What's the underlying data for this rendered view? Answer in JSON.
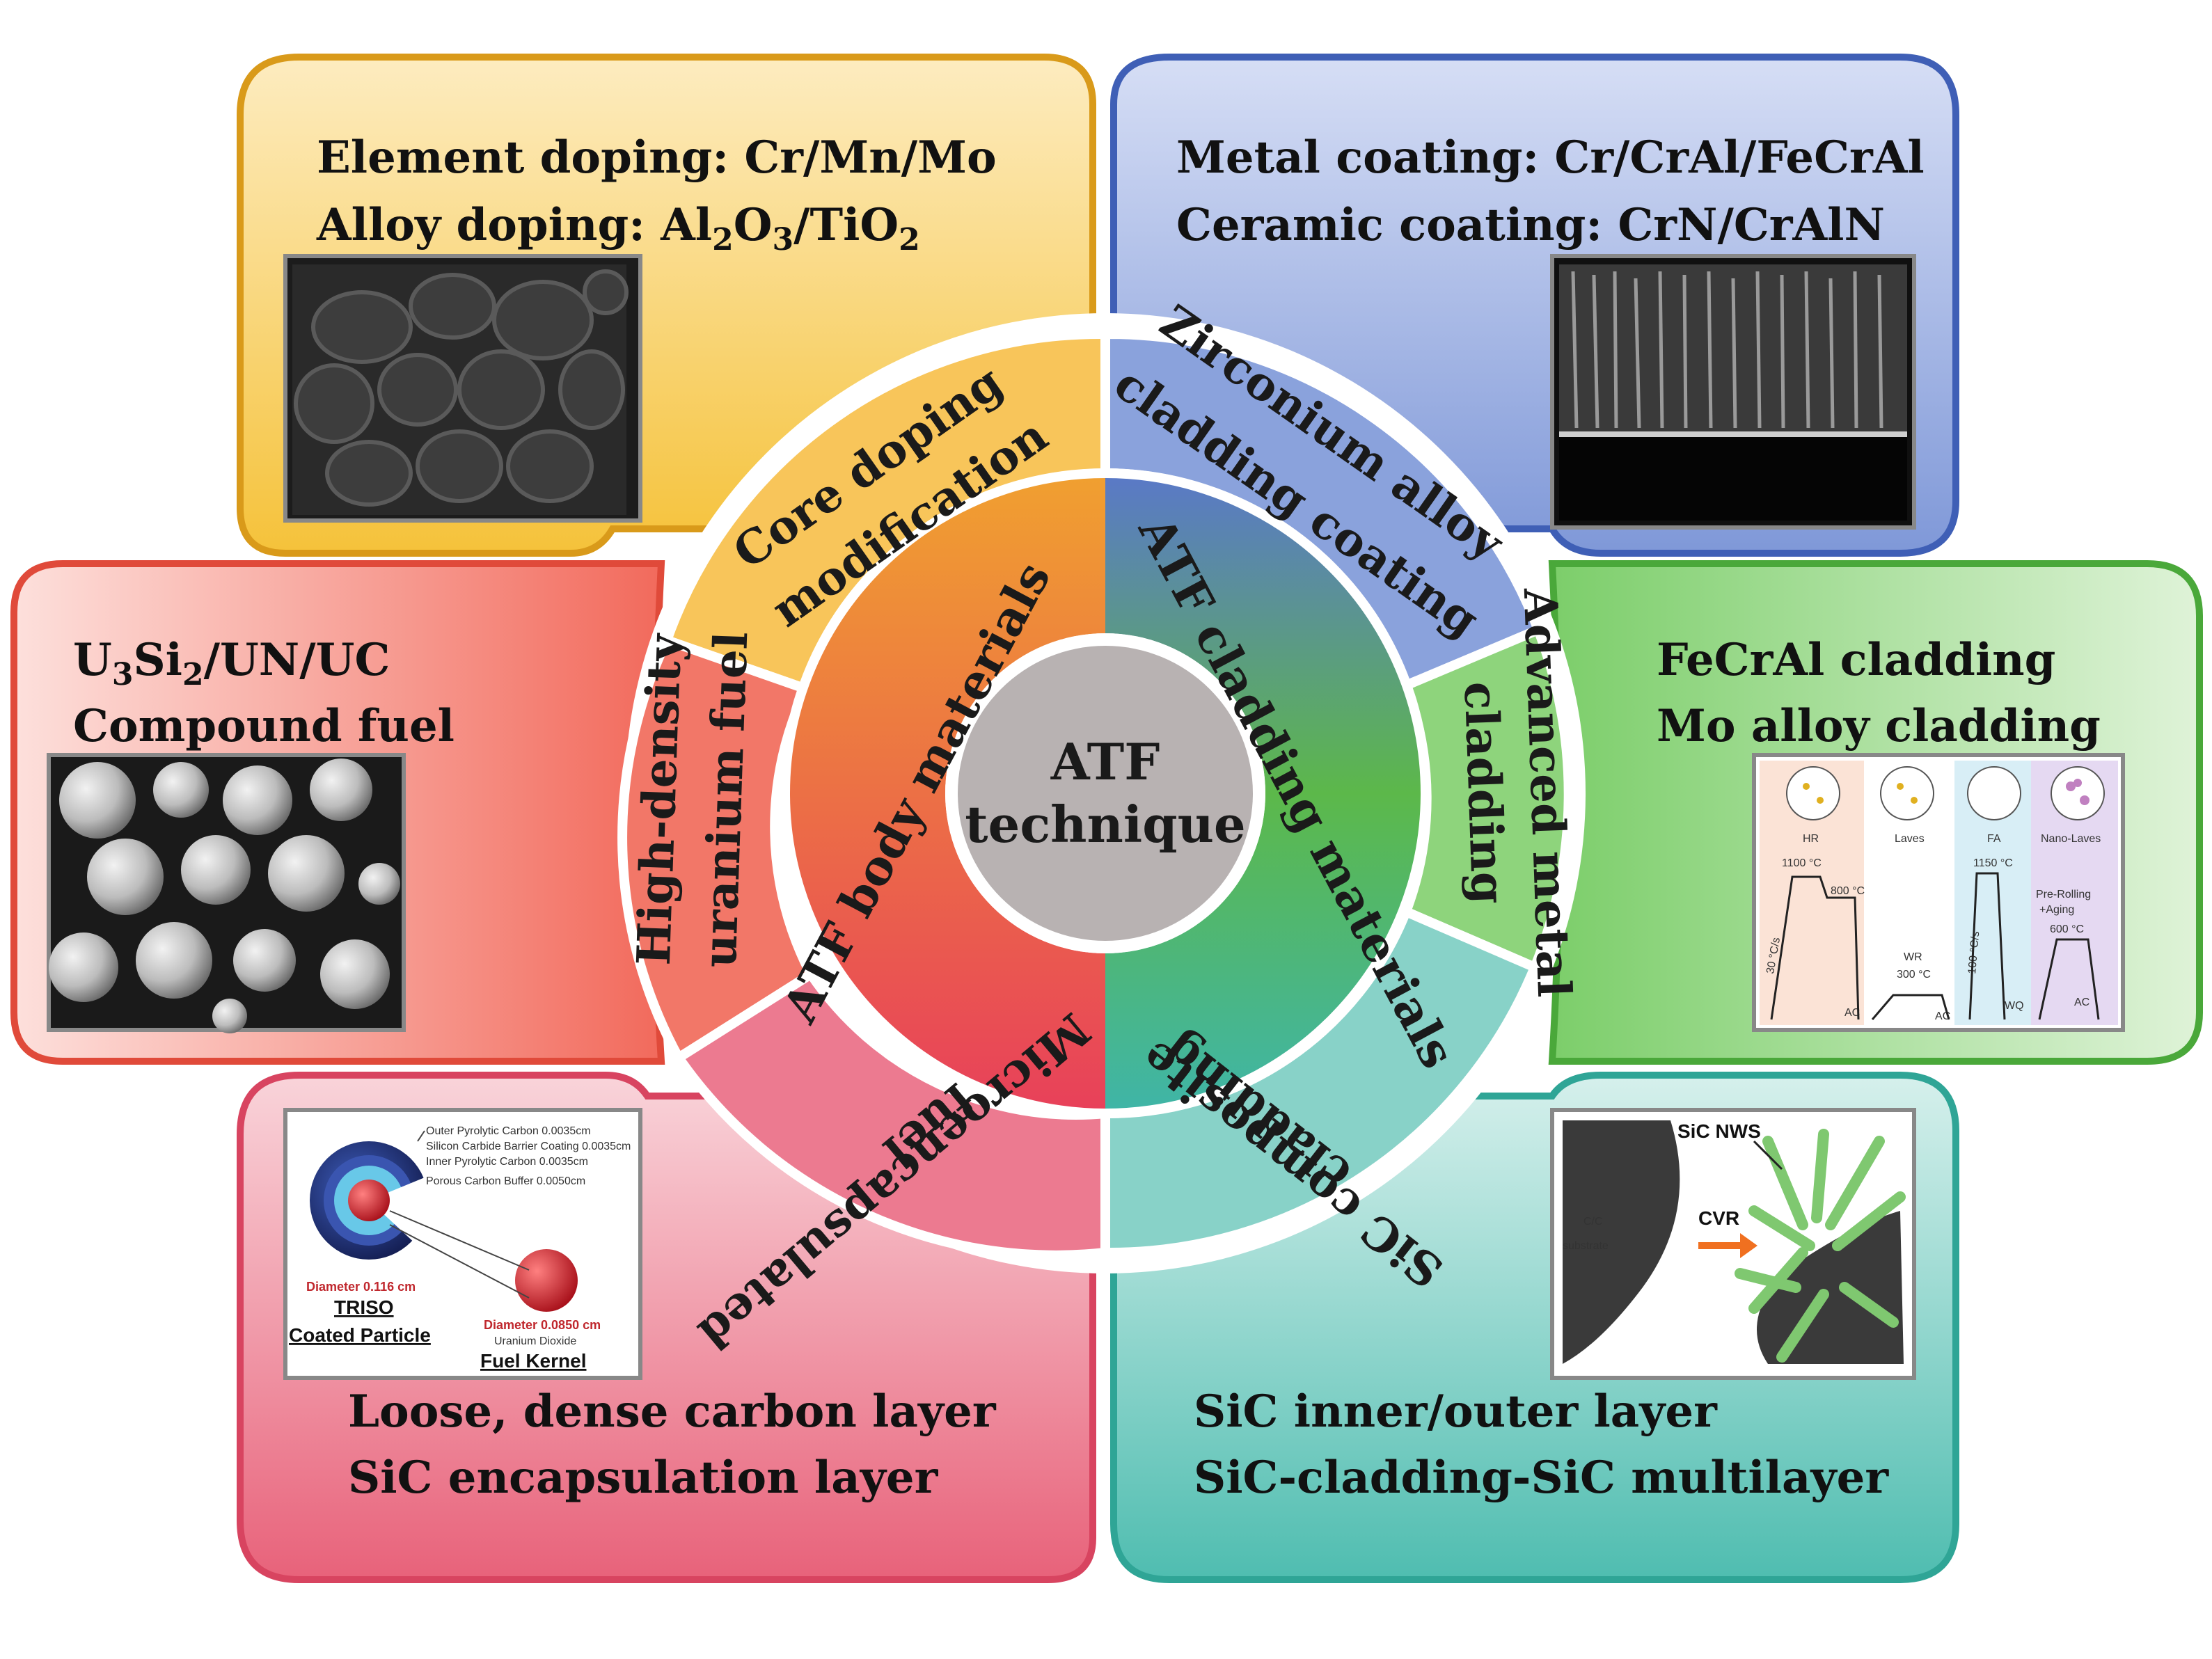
{
  "center": {
    "line1": "ATF",
    "line2": "technique"
  },
  "inner_ring": {
    "left": "ATF body materials",
    "right": "ATF cladding materials"
  },
  "middle_ring": {
    "core_doping": {
      "line1": "Core doping",
      "line2": "modification"
    },
    "zirconium": {
      "line1": "Zirconium alloy",
      "line2": "cladding coating"
    },
    "advanced_metal": {
      "line1": "Advanced metal",
      "line2": "cladding"
    },
    "sic_composite": {
      "line1": "SiC composite",
      "line2": "cladding"
    },
    "microencapsulated": {
      "line1": "Microencapsulated",
      "line2": "fuel"
    },
    "high_density": {
      "line1": "High-density",
      "line2": "uranium fuel"
    }
  },
  "boxes": {
    "top_left": {
      "line1": "Element doping: Cr/Mn/Mo",
      "line2_prefix": "Alloy doping: Al",
      "line2_sub1": "2",
      "line2_mid1": "O",
      "line2_sub2": "3",
      "line2_mid2": "/TiO",
      "line2_sub3": "2"
    },
    "top_right": {
      "line1": "Metal coating: Cr/CrAl/FeCrAl",
      "line2": "Ceramic coating: CrN/CrAlN"
    },
    "left": {
      "line1_a": "U",
      "line1_sub1": "3",
      "line1_b": "Si",
      "line1_sub2": "2",
      "line1_c": "/UN/UC",
      "line2": "Compound fuel"
    },
    "right": {
      "line1": "FeCrAl cladding",
      "line2": "Mo alloy cladding"
    },
    "bottom_left": {
      "line1": "Loose, dense carbon layer",
      "line2": "SiC encapsulation layer"
    },
    "bottom_right": {
      "line1": "SiC inner/outer layer",
      "line2": "SiC-cladding-SiC multilayer"
    }
  },
  "triso_image": {
    "layer1": "Outer Pyrolytic Carbon  0.0035cm",
    "layer2": "Silicon Carbide Barrier Coating  0.0035cm",
    "layer3": "Inner Pyrolytic Carbon  0.0035cm",
    "layer4": "Porous Carbon Buffer  0.0050cm",
    "diameter_particle": "Diameter 0.116 cm",
    "triso": "TRISO",
    "coated_particle": "Coated Particle",
    "diameter_kernel": "Diameter 0.0850 cm",
    "uranium_dioxide": "Uranium Dioxide",
    "fuel_kernel": "Fuel Kernel"
  },
  "sic_image": {
    "nws": "SiC NWS",
    "substrate1": "C/C",
    "substrate2": "substrate",
    "cvr": "CVR"
  },
  "process_image": {
    "hr": "HR",
    "laves": "Laves",
    "fa": "FA",
    "nano_laves": "Nano-Laves",
    "t1100": "1100 °C",
    "t800": "800 °C",
    "t1150": "1150 °C",
    "rate30": "30 °C/s",
    "rate100": "100 °C/s",
    "wr": "WR",
    "t300": "300 °C",
    "pre_rolling": "Pre-Rolling",
    "aging": "+Aging",
    "t600": "600 °C",
    "ac1": "AC",
    "ac2": "AC",
    "wq": "WQ",
    "ac3": "AC"
  },
  "colors": {
    "orange": "#f0b429",
    "blue": "#4a6fc4",
    "red": "#e8574a",
    "green": "#5cb84a",
    "pink": "#e0506a",
    "teal": "#3fb5a8",
    "center_gray": "#b8b2b2"
  }
}
